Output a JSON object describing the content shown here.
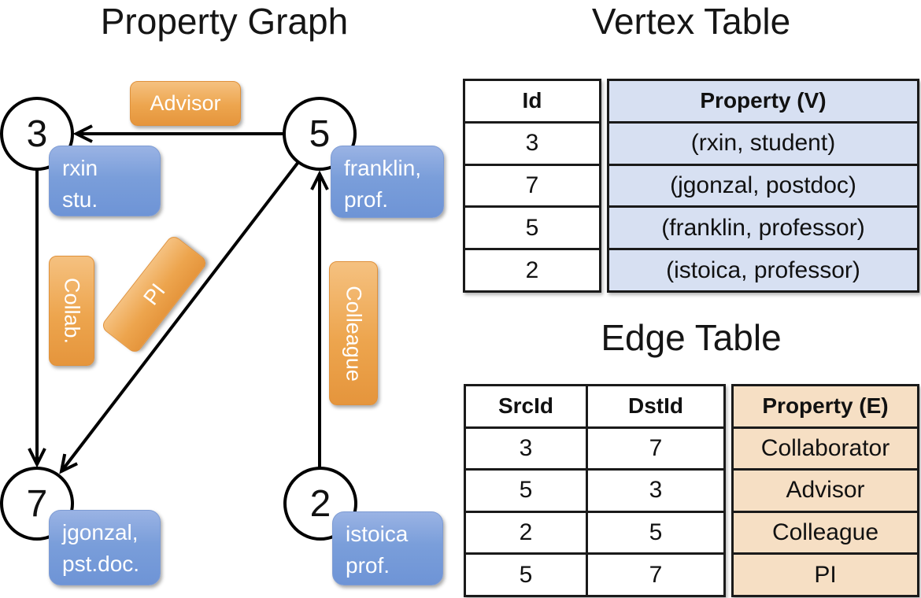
{
  "left_panel": {
    "title": "Property Graph",
    "nodes": [
      {
        "id": "3",
        "property_line1": "rxin",
        "property_line2": "stu."
      },
      {
        "id": "5",
        "property_line1": "franklin,",
        "property_line2": "prof."
      },
      {
        "id": "7",
        "property_line1": "jgonzal,",
        "property_line2": "pst.doc."
      },
      {
        "id": "2",
        "property_line1": "istoica",
        "property_line2": "prof."
      }
    ],
    "edge_labels": {
      "advisor": "Advisor",
      "collab": "Collab.",
      "pi": "PI",
      "colleague": "Colleague"
    }
  },
  "vertex_table": {
    "title": "Vertex Table",
    "col_id": "Id",
    "col_property": "Property (V)",
    "rows": [
      {
        "id": "3",
        "property": "(rxin, student)"
      },
      {
        "id": "7",
        "property": "(jgonzal, postdoc)"
      },
      {
        "id": "5",
        "property": "(franklin, professor)"
      },
      {
        "id": "2",
        "property": "(istoica, professor)"
      }
    ]
  },
  "edge_table": {
    "title": "Edge Table",
    "col_src": "SrcId",
    "col_dst": "DstId",
    "col_property": "Property (E)",
    "rows": [
      {
        "src": "3",
        "dst": "7",
        "property": "Collaborator"
      },
      {
        "src": "5",
        "dst": "3",
        "property": "Advisor"
      },
      {
        "src": "2",
        "dst": "5",
        "property": "Colleague"
      },
      {
        "src": "5",
        "dst": "7",
        "property": "PI"
      }
    ]
  },
  "colors": {
    "edge_accent_orange": "#eda54e",
    "vertex_accent_blue": "#7a9eda",
    "vertex_cell_fill": "#d7e0f2",
    "edge_cell_fill": "#f6dfc4",
    "line_color": "#000000"
  }
}
